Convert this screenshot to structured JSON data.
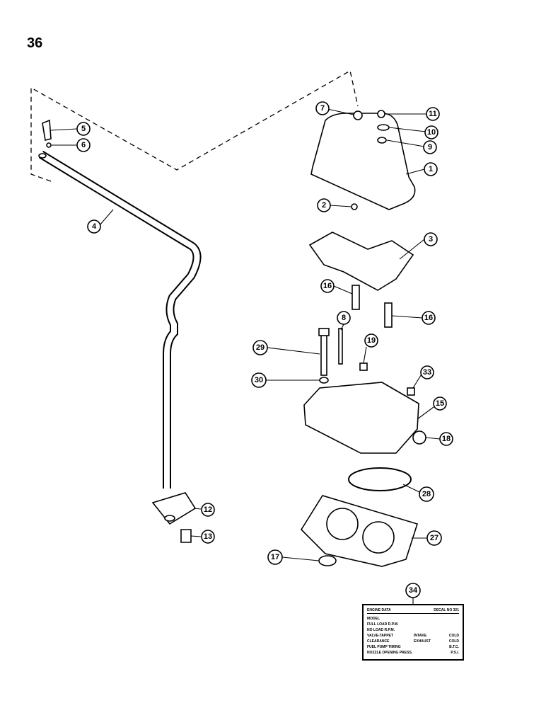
{
  "page_number": "36",
  "callouts": [
    {
      "id": "c1",
      "label": "1"
    },
    {
      "id": "c2",
      "label": "2"
    },
    {
      "id": "c3",
      "label": "3"
    },
    {
      "id": "c4",
      "label": "4"
    },
    {
      "id": "c5",
      "label": "5"
    },
    {
      "id": "c6",
      "label": "6"
    },
    {
      "id": "c7",
      "label": "7"
    },
    {
      "id": "c8",
      "label": "8"
    },
    {
      "id": "c9",
      "label": "9"
    },
    {
      "id": "c10",
      "label": "10"
    },
    {
      "id": "c11",
      "label": "11"
    },
    {
      "id": "c12",
      "label": "12"
    },
    {
      "id": "c13",
      "label": "13"
    },
    {
      "id": "c15",
      "label": "15"
    },
    {
      "id": "c16a",
      "label": "16"
    },
    {
      "id": "c16b",
      "label": "16"
    },
    {
      "id": "c17",
      "label": "17"
    },
    {
      "id": "c18",
      "label": "18"
    },
    {
      "id": "c19",
      "label": "19"
    },
    {
      "id": "c27",
      "label": "27"
    },
    {
      "id": "c28",
      "label": "28"
    },
    {
      "id": "c29",
      "label": "29"
    },
    {
      "id": "c30",
      "label": "30"
    },
    {
      "id": "c33",
      "label": "33"
    },
    {
      "id": "c34",
      "label": "34"
    }
  ],
  "decal": {
    "title": "ENGINE DATA",
    "decal_no": "DECAL NO 321",
    "rows": [
      [
        "MODEL",
        "",
        ""
      ],
      [
        "FULL LOAD R.P.M.",
        "",
        ""
      ],
      [
        "NO LOAD R.P.M.",
        "",
        ""
      ],
      [
        "VALVE-TAPPET",
        "INTAKE",
        "COLD"
      ],
      [
        "CLEARANCE",
        "EXHAUST",
        "COLD"
      ],
      [
        "FUEL PUMP TIMING",
        "",
        "B.T.C."
      ],
      [
        "NOZZLE OPENING PRESS.",
        "",
        "P.S.I."
      ]
    ]
  }
}
